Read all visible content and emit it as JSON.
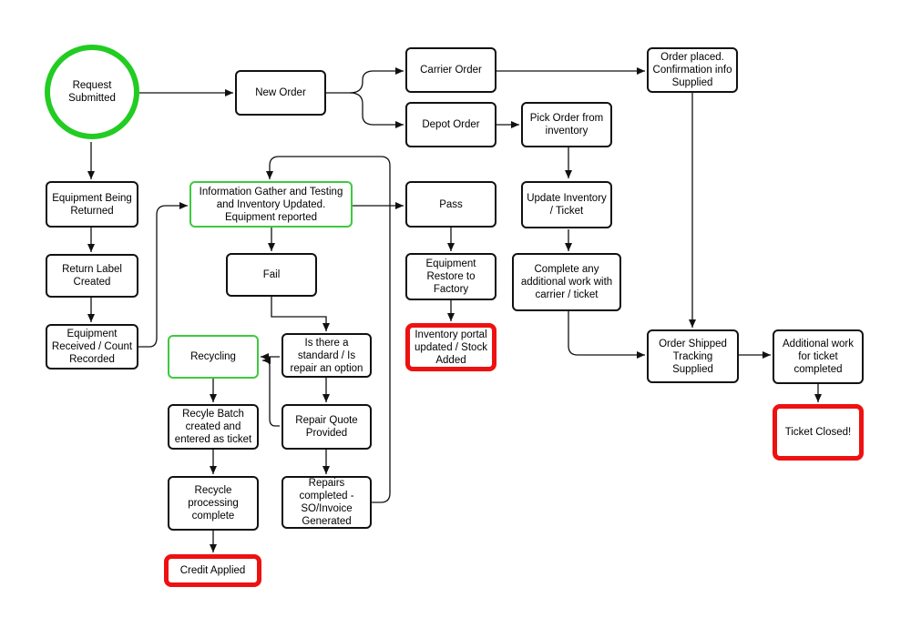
{
  "nodes": {
    "request_submitted": "Request\nSubmitted",
    "new_order": "New Order",
    "carrier_order": "Carrier Order",
    "depot_order": "Depot Order",
    "order_placed": "Order placed.\nConfirmation info\nSupplied",
    "pick_order": "Pick Order from\ninventory",
    "update_inventory": "Update Inventory\n/ Ticket",
    "complete_work": "Complete any\nadditional work with\ncarrier / ticket",
    "order_shipped": "Order Shipped\nTracking Supplied",
    "additional_work": "Additional work\nfor ticket\ncompleted",
    "ticket_closed": "Ticket Closed!",
    "equipment_returned": "Equipment Being\nReturned",
    "return_label": "Return Label\nCreated",
    "equipment_received": "Equipment\nReceived / Count\nRecorded",
    "info_gather": "Information Gather and Testing\nand Inventory Updated.\nEquipment reported",
    "pass": "Pass",
    "restore_factory": "Equipment\nRestore to\nFactory",
    "inventory_portal": "Inventory portal\nupdated / Stock\nAdded",
    "fail": "Fail",
    "standard_repair": "Is there a\nstandard / Is\nrepair an option",
    "recycling": "Recycling",
    "repair_quote": "Repair Quote\nProvided",
    "repairs_completed": "Repairs\ncompleted -\nSO/Invoice\nGenerated",
    "recycle_batch": "Recyle Batch\ncreated and\nentered as ticket",
    "recycle_processing": "Recycle\nprocessing\ncomplete",
    "credit_applied": "Credit Applied"
  },
  "colors": {
    "start_outline": "#22cc22",
    "green_outline": "#3ec93e",
    "end_outline": "#ee1111",
    "default_outline": "#111111"
  }
}
